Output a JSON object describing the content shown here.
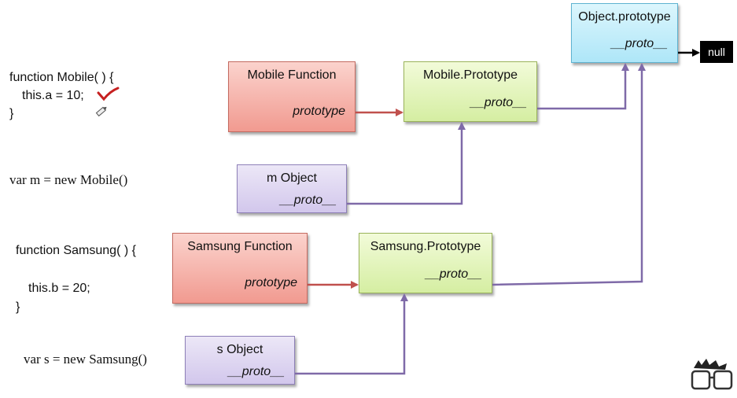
{
  "code": {
    "mobile_line1": "function Mobile( ) {",
    "mobile_line2": "this.a = 10;",
    "mobile_line3": "}",
    "var_m": "var m = new Mobile()",
    "samsung_line1": "function Samsung( ) {",
    "samsung_line2": "this.b = 20;",
    "samsung_line3": "}",
    "var_s": "var s = new Samsung()"
  },
  "boxes": {
    "mobile_function": {
      "title": "Mobile Function",
      "field": "prototype"
    },
    "mobile_prototype": {
      "title": "Mobile.Prototype",
      "field": "__proto__"
    },
    "m_object": {
      "title": "m Object",
      "field": "__proto__"
    },
    "samsung_function": {
      "title": "Samsung Function",
      "field": "prototype"
    },
    "samsung_prototype": {
      "title": "Samsung.Prototype",
      "field": "__proto__"
    },
    "s_object": {
      "title": "s Object",
      "field": "__proto__"
    },
    "object_prototype": {
      "title": "Object.prototype",
      "field": "__proto__"
    }
  },
  "null_label": "null",
  "colors": {
    "prototype_arrow": "#c0504d",
    "proto_arrow": "#7f6aa8",
    "null_arrow": "#000000"
  },
  "icons": [
    "checkmark-icon",
    "pencil-cursor-icon",
    "glasses-logo-icon"
  ]
}
